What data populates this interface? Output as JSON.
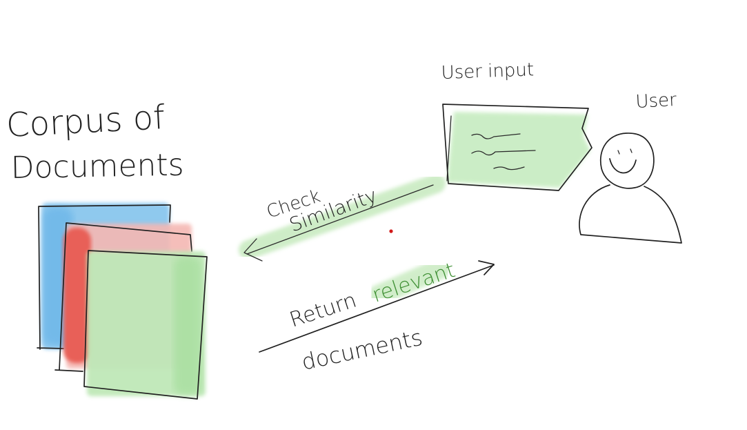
{
  "labels": {
    "corpus_line1": "Corpus of",
    "corpus_line2": "Documents",
    "user_input": "User input",
    "user": "User",
    "check_line1": "Check",
    "check_line2": "Similarity",
    "return_word": "Return",
    "relevant_word": "relevant",
    "documents_word": "documents"
  },
  "colors": {
    "blue_doc": "#7cc0ec",
    "red_doc": "#e85b52",
    "red_doc_light": "#f5b8b3",
    "green_doc": "#bfe8b8",
    "green_highlight": "#6fbb5e",
    "relevant_text": "#3e8f33",
    "ink": "#202020",
    "pointer_dot": "#d11a1a"
  },
  "icons": {
    "user": "user-icon",
    "input_box": "text-input-icon",
    "documents": "document-stack-icon"
  }
}
